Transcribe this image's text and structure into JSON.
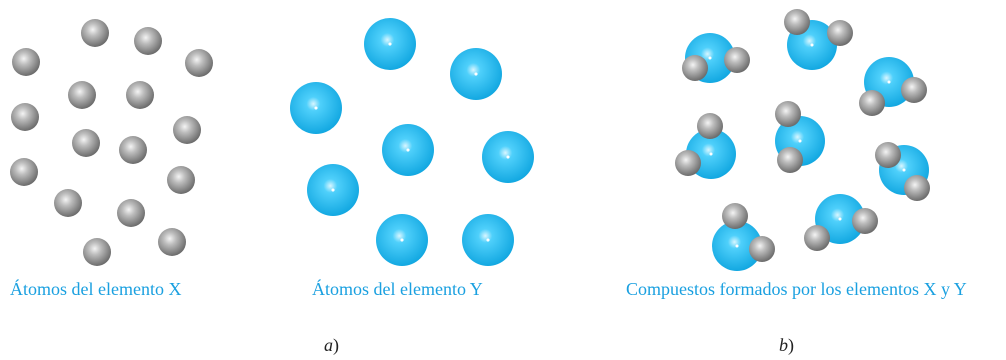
{
  "colors": {
    "caption": "#1aa0e0",
    "atom_x": "#9a9a9a",
    "atom_y": "#22b7ee",
    "label": "#222222"
  },
  "atoms": {
    "x_name": "gray-atom",
    "y_name": "blue-atom"
  },
  "captions": {
    "element_x": "Átomos del elemento X",
    "element_y": "Átomos del elemento Y",
    "compounds": "Compuestos formados por los elementos X y Y"
  },
  "panels": {
    "a_letter": "a",
    "b_letter": "b",
    "close_paren": ")"
  }
}
